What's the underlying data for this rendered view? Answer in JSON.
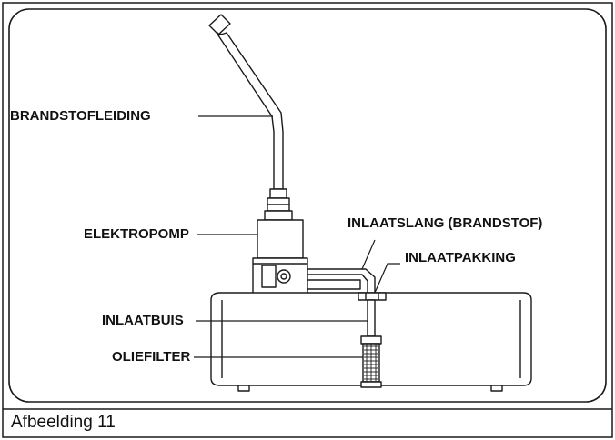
{
  "caption": "Afbeelding 11",
  "labels": {
    "brandstofleiding": "BRANDSTOFLEIDING",
    "elektropomp": "ELEKTROPOMP",
    "inlaatslang": "INLAATSLANG (BRANDSTOF)",
    "inlaatpakking": "INLAATPAKKING",
    "inlaatbuis": "INLAATBUIS",
    "oliefilter": "OLIEFILTER"
  },
  "colors": {
    "line": "#1a1a1a",
    "background": "#ffffff"
  }
}
